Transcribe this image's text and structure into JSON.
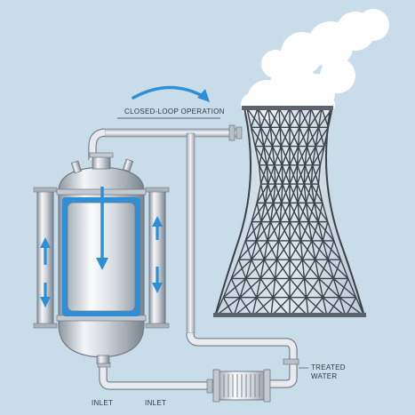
{
  "labels": {
    "closed_loop": "CLOSED-LOOP OPERATION",
    "treated_water_line1": "TREATED",
    "treated_water_line2": "WATER",
    "inlet_left": "INLET",
    "inlet_right": "INLET"
  },
  "colors": {
    "background": "#c9dcea",
    "flow_blue": "#2e8fd6",
    "steel_light": "#eef1f4",
    "steel_mid": "#b9c1c9",
    "steel_dark": "#6f7a85",
    "tower_lattice": "#3a424b",
    "steam": "#ffffff"
  },
  "icons": {
    "flow_arrow": "curved-arrow-icon",
    "up_arrow": "arrow-up-icon",
    "down_arrow": "arrow-down-icon"
  }
}
